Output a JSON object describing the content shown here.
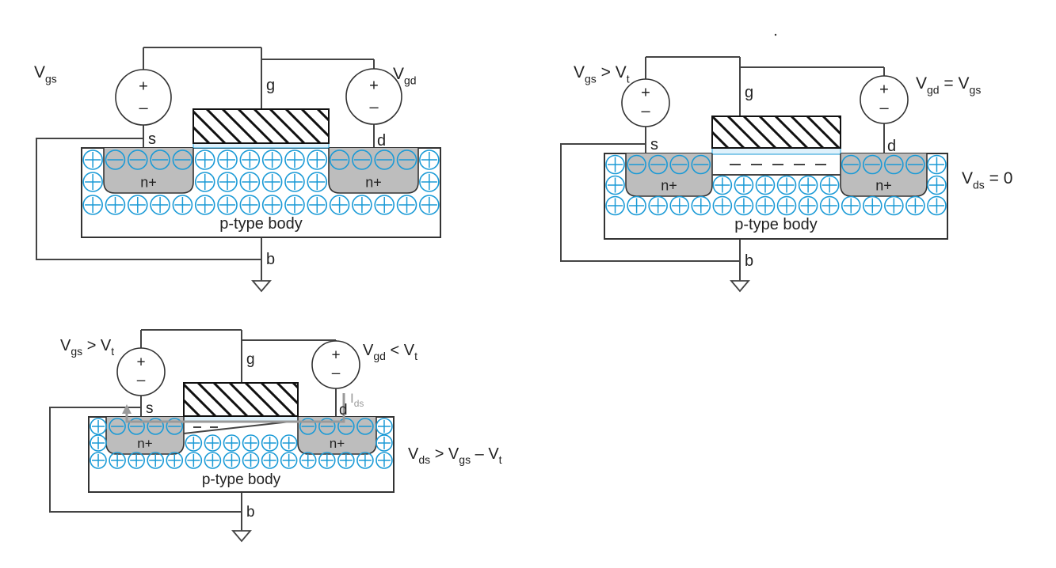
{
  "colors": {
    "charge": "#1a9ad6",
    "oxide": "#dff1fb",
    "nplus": "#bdbdbd",
    "current": "#9a9a9a",
    "line": "#333333"
  },
  "diagrams": [
    {
      "id": "cutoff",
      "source_label": "s",
      "gate_label": "g",
      "drain_label": "d",
      "body_label": "b",
      "body_text": "p-type body",
      "nplus_left": "n+",
      "nplus_right": "n+",
      "plus_sign": "+",
      "minus_sign": "–",
      "vgs_label": {
        "main": "V",
        "sub": "gs",
        "rest": ""
      },
      "vgd_label": {
        "main": "V",
        "sub": "gd",
        "rest": ""
      },
      "vds_label": null,
      "channel": "none"
    },
    {
      "id": "linear",
      "source_label": "s",
      "gate_label": "g",
      "drain_label": "d",
      "body_label": "b",
      "body_text": "p-type body",
      "nplus_left": "n+",
      "nplus_right": "n+",
      "plus_sign": "+",
      "minus_sign": "–",
      "vgs_label": {
        "main": "V",
        "sub": "gs",
        "rest": " > V",
        "sub2": "t"
      },
      "vgd_label": {
        "main": "V",
        "sub": "gd",
        "rest": " = V",
        "sub2": "gs"
      },
      "vds_label": {
        "main": "V",
        "sub": "ds",
        "rest": " = 0"
      },
      "channel": "full"
    },
    {
      "id": "saturation",
      "source_label": "s",
      "gate_label": "g",
      "drain_label": "d",
      "body_label": "b",
      "body_text": "p-type body",
      "nplus_left": "n+",
      "nplus_right": "n+",
      "plus_sign": "+",
      "minus_sign": "–",
      "vgs_label": {
        "main": "V",
        "sub": "gs",
        "rest": " > V",
        "sub2": "t"
      },
      "vgd_label": {
        "main": "V",
        "sub": "gd",
        "rest": " < V",
        "sub2": "t"
      },
      "vds_label": {
        "main": "V",
        "sub": "ds",
        "rest": " > V",
        "sub2": "gs",
        "rest2": " – V",
        "sub3": "t"
      },
      "current_label": {
        "main": "I",
        "sub": "ds"
      },
      "channel": "pinched"
    }
  ]
}
